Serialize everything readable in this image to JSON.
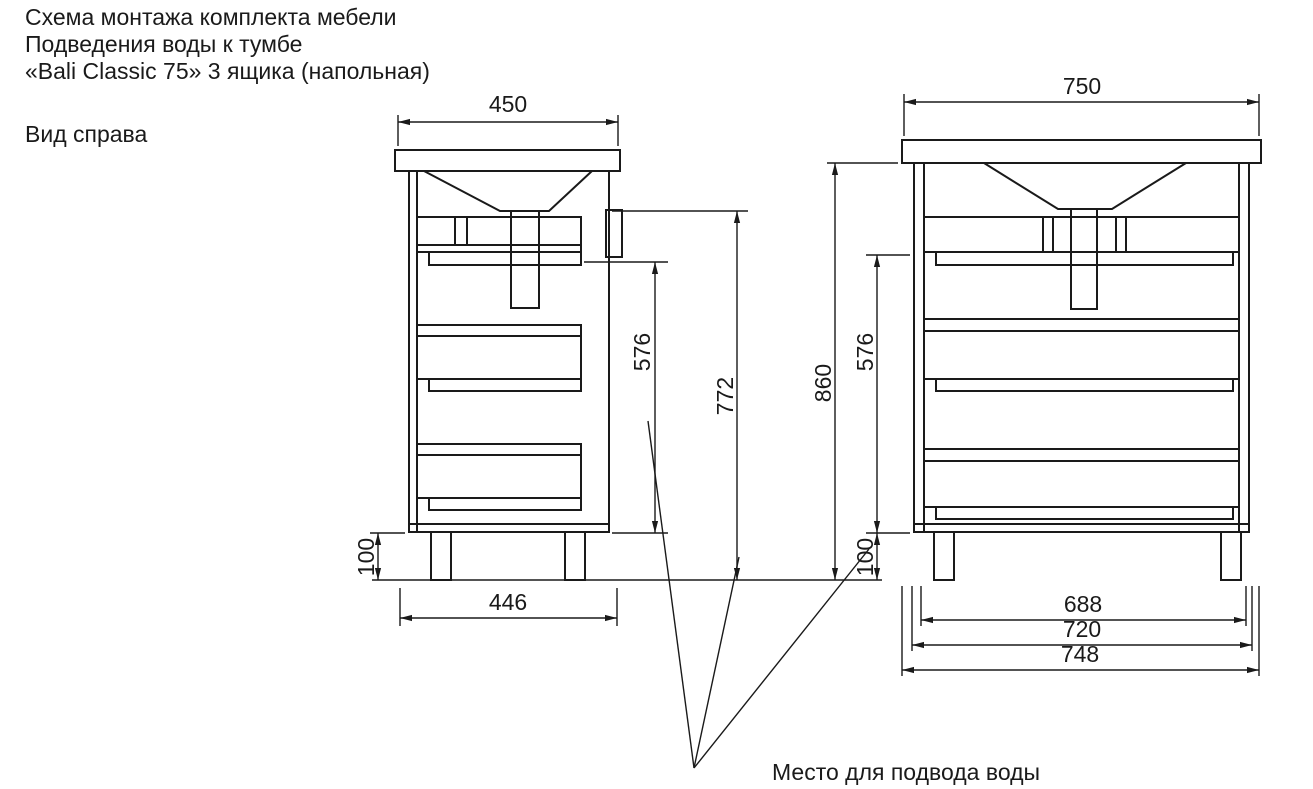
{
  "title": {
    "line1": "Схема монтажа комплекта мебели",
    "line2": "Подведения воды к тумбе",
    "line3": "«Bali Classic 75» 3 ящика (напольная)"
  },
  "view_label": "Вид справа",
  "annotation": "Место для подвода воды",
  "side_view": {
    "top_width": "450",
    "bottom_width": "446",
    "leg_height": "100",
    "supply_height": "576",
    "drain_height": "772"
  },
  "front_view": {
    "top_width": "750",
    "total_height": "860",
    "supply_height": "576",
    "leg_height": "100",
    "width_inner": "688",
    "width_mid": "720",
    "width_outer": "748"
  }
}
